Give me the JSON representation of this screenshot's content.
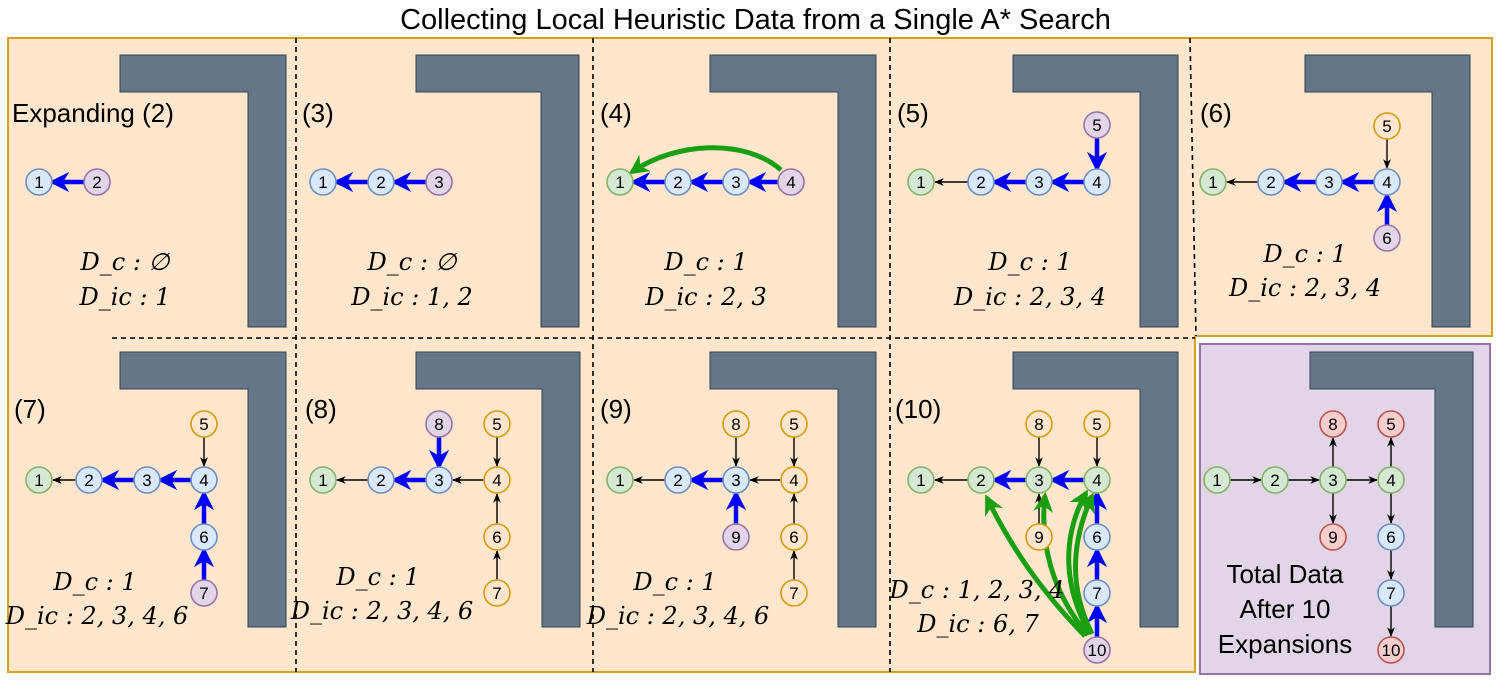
{
  "title": "Collecting Local Heuristic Data from a Single A* Search",
  "colors": {
    "panel_bg": "#ffe6cc",
    "panel_border": "#d6a21e",
    "total_bg": "#e1d5e7",
    "total_border": "#9673a6",
    "obstacle": "#647687",
    "node_blue_fill": "#dae8fc",
    "node_blue_stroke": "#6c8ebf",
    "node_purple_fill": "#e1d5e7",
    "node_purple_stroke": "#9673a6",
    "node_green_fill": "#d5e8d4",
    "node_green_stroke": "#82b366",
    "node_orange_fill": "#ffe6cc",
    "node_orange_stroke": "#d79b00",
    "node_red_fill": "#f8cecc",
    "node_red_stroke": "#b85450",
    "arrow_blue": "#0000ff",
    "arrow_green": "#1a9e12"
  },
  "panels": [
    {
      "label": "Expanding (2)",
      "dc": "D_c : ∅",
      "dic": "D_ic : 1"
    },
    {
      "label": "(3)",
      "dc": "D_c : ∅",
      "dic": "D_ic : 1, 2"
    },
    {
      "label": "(4)",
      "dc": "D_c : 1",
      "dic": "D_ic : 2, 3"
    },
    {
      "label": "(5)",
      "dc": "D_c : 1",
      "dic": "D_ic : 2, 3, 4"
    },
    {
      "label": "(6)",
      "dc": "D_c : 1",
      "dic": "D_ic : 2, 3, 4"
    },
    {
      "label": "(7)",
      "dc": "D_c : 1",
      "dic": "D_ic : 2, 3, 4, 6"
    },
    {
      "label": "(8)",
      "dc": "D_c : 1",
      "dic": "D_ic : 2, 3, 4, 6"
    },
    {
      "label": "(9)",
      "dc": "D_c : 1",
      "dic": "D_ic : 2, 3, 4, 6"
    },
    {
      "label": "(10)",
      "dc": "D_c : 1, 2, 3, 4",
      "dic": "D_ic : 6, 7"
    }
  ],
  "summary": {
    "line1": "Total Data",
    "line2": "After 10",
    "line3": "Expansions"
  }
}
